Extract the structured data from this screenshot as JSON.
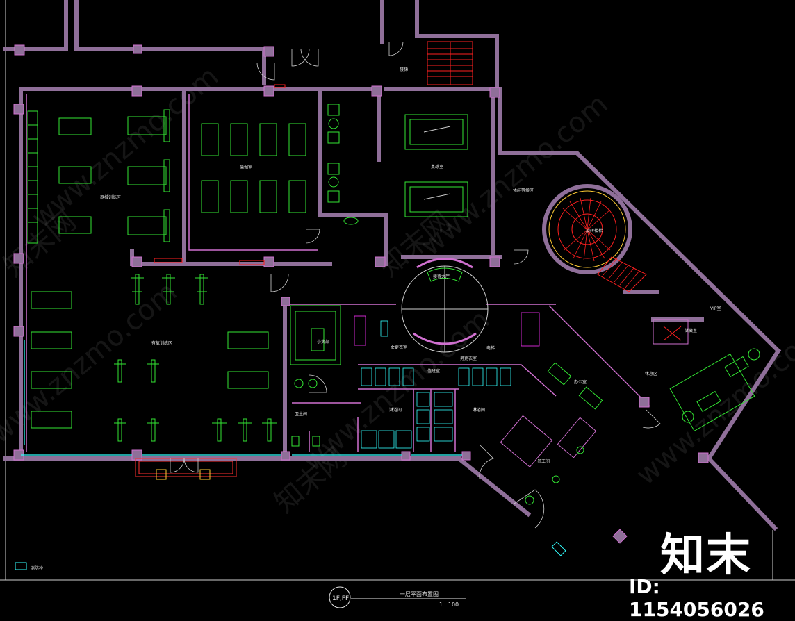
{
  "drawing": {
    "title": "一层平面布置图",
    "scale": "1 : 100",
    "level_marker": "1F,FF"
  },
  "rooms": {
    "free_weights": "器械训练区",
    "yoga": "瑜伽室",
    "billiards": "桌球室",
    "lounge": "休闲等候区",
    "aerobic": "有氧训练区",
    "reception": "接待大厅",
    "shop": "小卖部",
    "stair": "楼梯",
    "spiral_stair": "旋转楼梯",
    "locker_w": "女更衣室",
    "locker_m": "男更衣室",
    "shower_w": "淋浴间",
    "shower_m": "淋浴间",
    "office": "办公室",
    "rest": "休息区",
    "vip": "VIP室",
    "store": "储藏室",
    "duty": "值班室",
    "toilet": "卫生间",
    "staff": "员工间",
    "elevator": "电梯"
  },
  "legend": {
    "note": "消防栓"
  },
  "watermark": {
    "brand": "知末",
    "site": "www.znzmo.com",
    "site_cn": "知末网",
    "id_text": "ID: 1154056026"
  },
  "colors": {
    "wall": "#8f6f99",
    "furniture": "#33e633",
    "magenta": "#ff33ff",
    "cyan": "#33ffff",
    "red": "#ff2020",
    "white": "#e8e8e8"
  }
}
